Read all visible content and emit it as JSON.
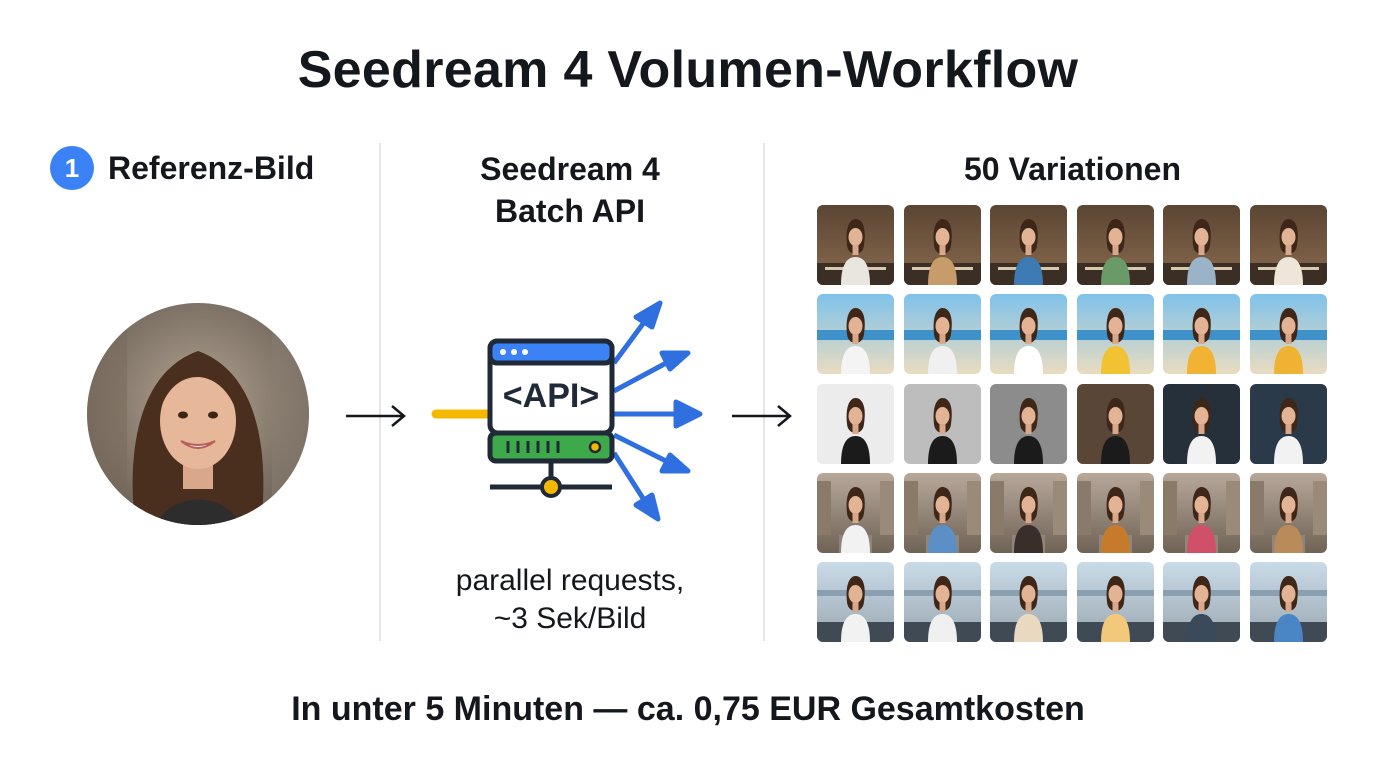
{
  "title": "Seedream 4 Volumen-Workflow",
  "steps": [
    {
      "number": "1",
      "label": "Referenz-Bild"
    },
    {
      "label_line1": "Seedream 4",
      "label_line2": "Batch API",
      "icon_text": "<API>",
      "caption_line1": "parallel requests,",
      "caption_line2": "~3 Sek/Bild"
    },
    {
      "label": "50 Variationen"
    }
  ],
  "footer": "In unter 5 Minuten — ca. 0,75 EUR Gesamtkosten",
  "colors": {
    "accent_blue": "#3b82f6",
    "server_green": "#3ea94a",
    "connector_yellow": "#f5b800",
    "dark": "#1f2937"
  },
  "icons": {
    "arrow": "arrow-right-icon",
    "server": "api-server-icon",
    "fan_out": "fan-out-arrows-icon"
  },
  "thumbnail_rows": [
    {
      "scene": "cafe",
      "count": 6
    },
    {
      "scene": "beach",
      "count": 6
    },
    {
      "scene": "studio",
      "count": 6
    },
    {
      "scene": "street",
      "count": 6
    },
    {
      "scene": "terrace",
      "count": 6
    }
  ]
}
